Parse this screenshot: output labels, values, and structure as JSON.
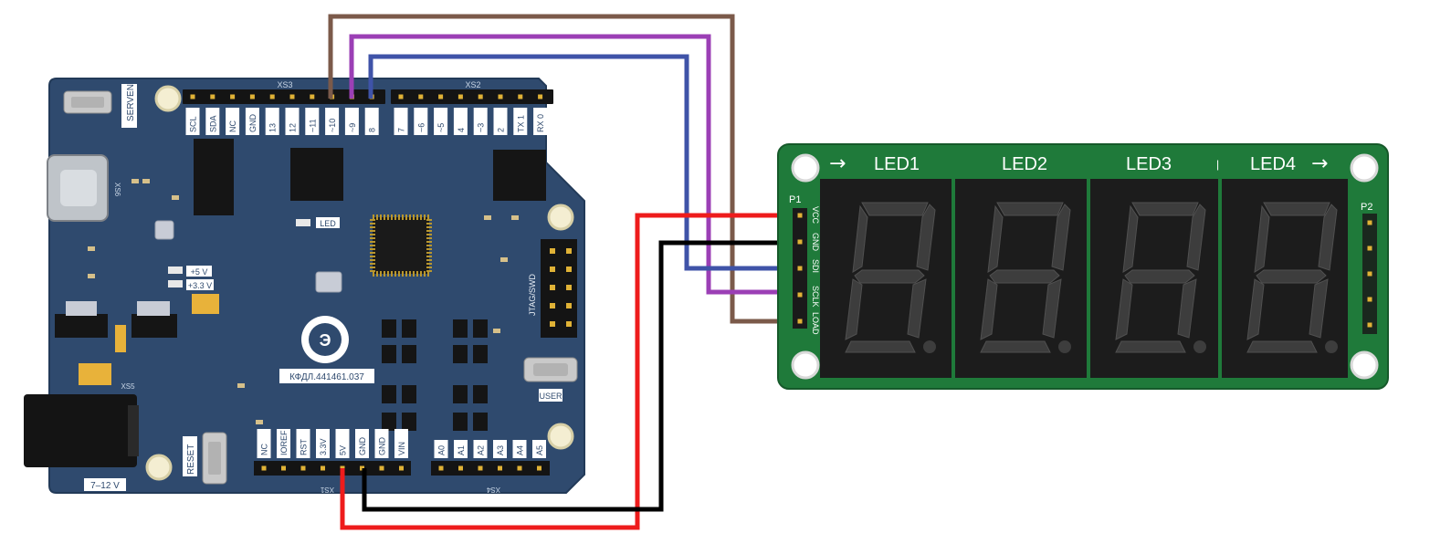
{
  "board": {
    "connectors": {
      "xs3": "XS3",
      "xs2": "XS2",
      "xs4": "XS4",
      "xs5": "XS5",
      "xs1": "XS1",
      "xs6": "XS6"
    },
    "top_pins_left": [
      "SCL",
      "SDA",
      "NC",
      "GND",
      "13",
      "12",
      "~11",
      "~10",
      "~9",
      "8"
    ],
    "top_pins_right": [
      "7",
      "~6",
      "~5",
      "4",
      "~3",
      "2",
      "TX 1",
      "RX 0"
    ],
    "bottom_pins_power": [
      "NC",
      "IOREF",
      "RST",
      "3.3V",
      "5V",
      "GND",
      "GND",
      "VIN"
    ],
    "bottom_pins_analog": [
      "A0",
      "A1",
      "A2",
      "A3",
      "A4",
      "A5"
    ],
    "labels": {
      "serven": "SERVEN",
      "led": "LED",
      "v5": "+5 V",
      "v33": "+3.3 V",
      "jtag": "JTAG/SWD",
      "user": "USER",
      "reset": "RESET",
      "power_range": "7–12 V",
      "part_number": "КФДЛ.441461.037"
    }
  },
  "display_module": {
    "digits": [
      "LED1",
      "LED2",
      "LED3",
      "LED4"
    ],
    "left_arrow": "→",
    "right_arrow": "→",
    "header_p1": "P1",
    "header_p2": "P2",
    "pins": [
      "VCC",
      "GND",
      "SDI",
      "SCLK",
      "LOAD"
    ]
  },
  "wires": [
    {
      "name": "load-wire",
      "from": "~10",
      "to": "LOAD",
      "color": "#7b5a4a"
    },
    {
      "name": "sclk-wire",
      "from": "~9",
      "to": "SCLK",
      "color": "#9b3fb5"
    },
    {
      "name": "sdi-wire",
      "from": "8",
      "to": "SDI",
      "color": "#3f53a8"
    },
    {
      "name": "vcc-wire",
      "from": "5V",
      "to": "VCC",
      "color": "#ee1c1c"
    },
    {
      "name": "gnd-wire",
      "from": "GND",
      "to": "GND",
      "color": "#000000"
    }
  ],
  "colors": {
    "board": "#2f4a6e",
    "board_edge": "#223a58",
    "module_pcb": "#1f7a3a",
    "segment_off": "#3d3d3d",
    "segment_face": "#1c1c1c"
  }
}
